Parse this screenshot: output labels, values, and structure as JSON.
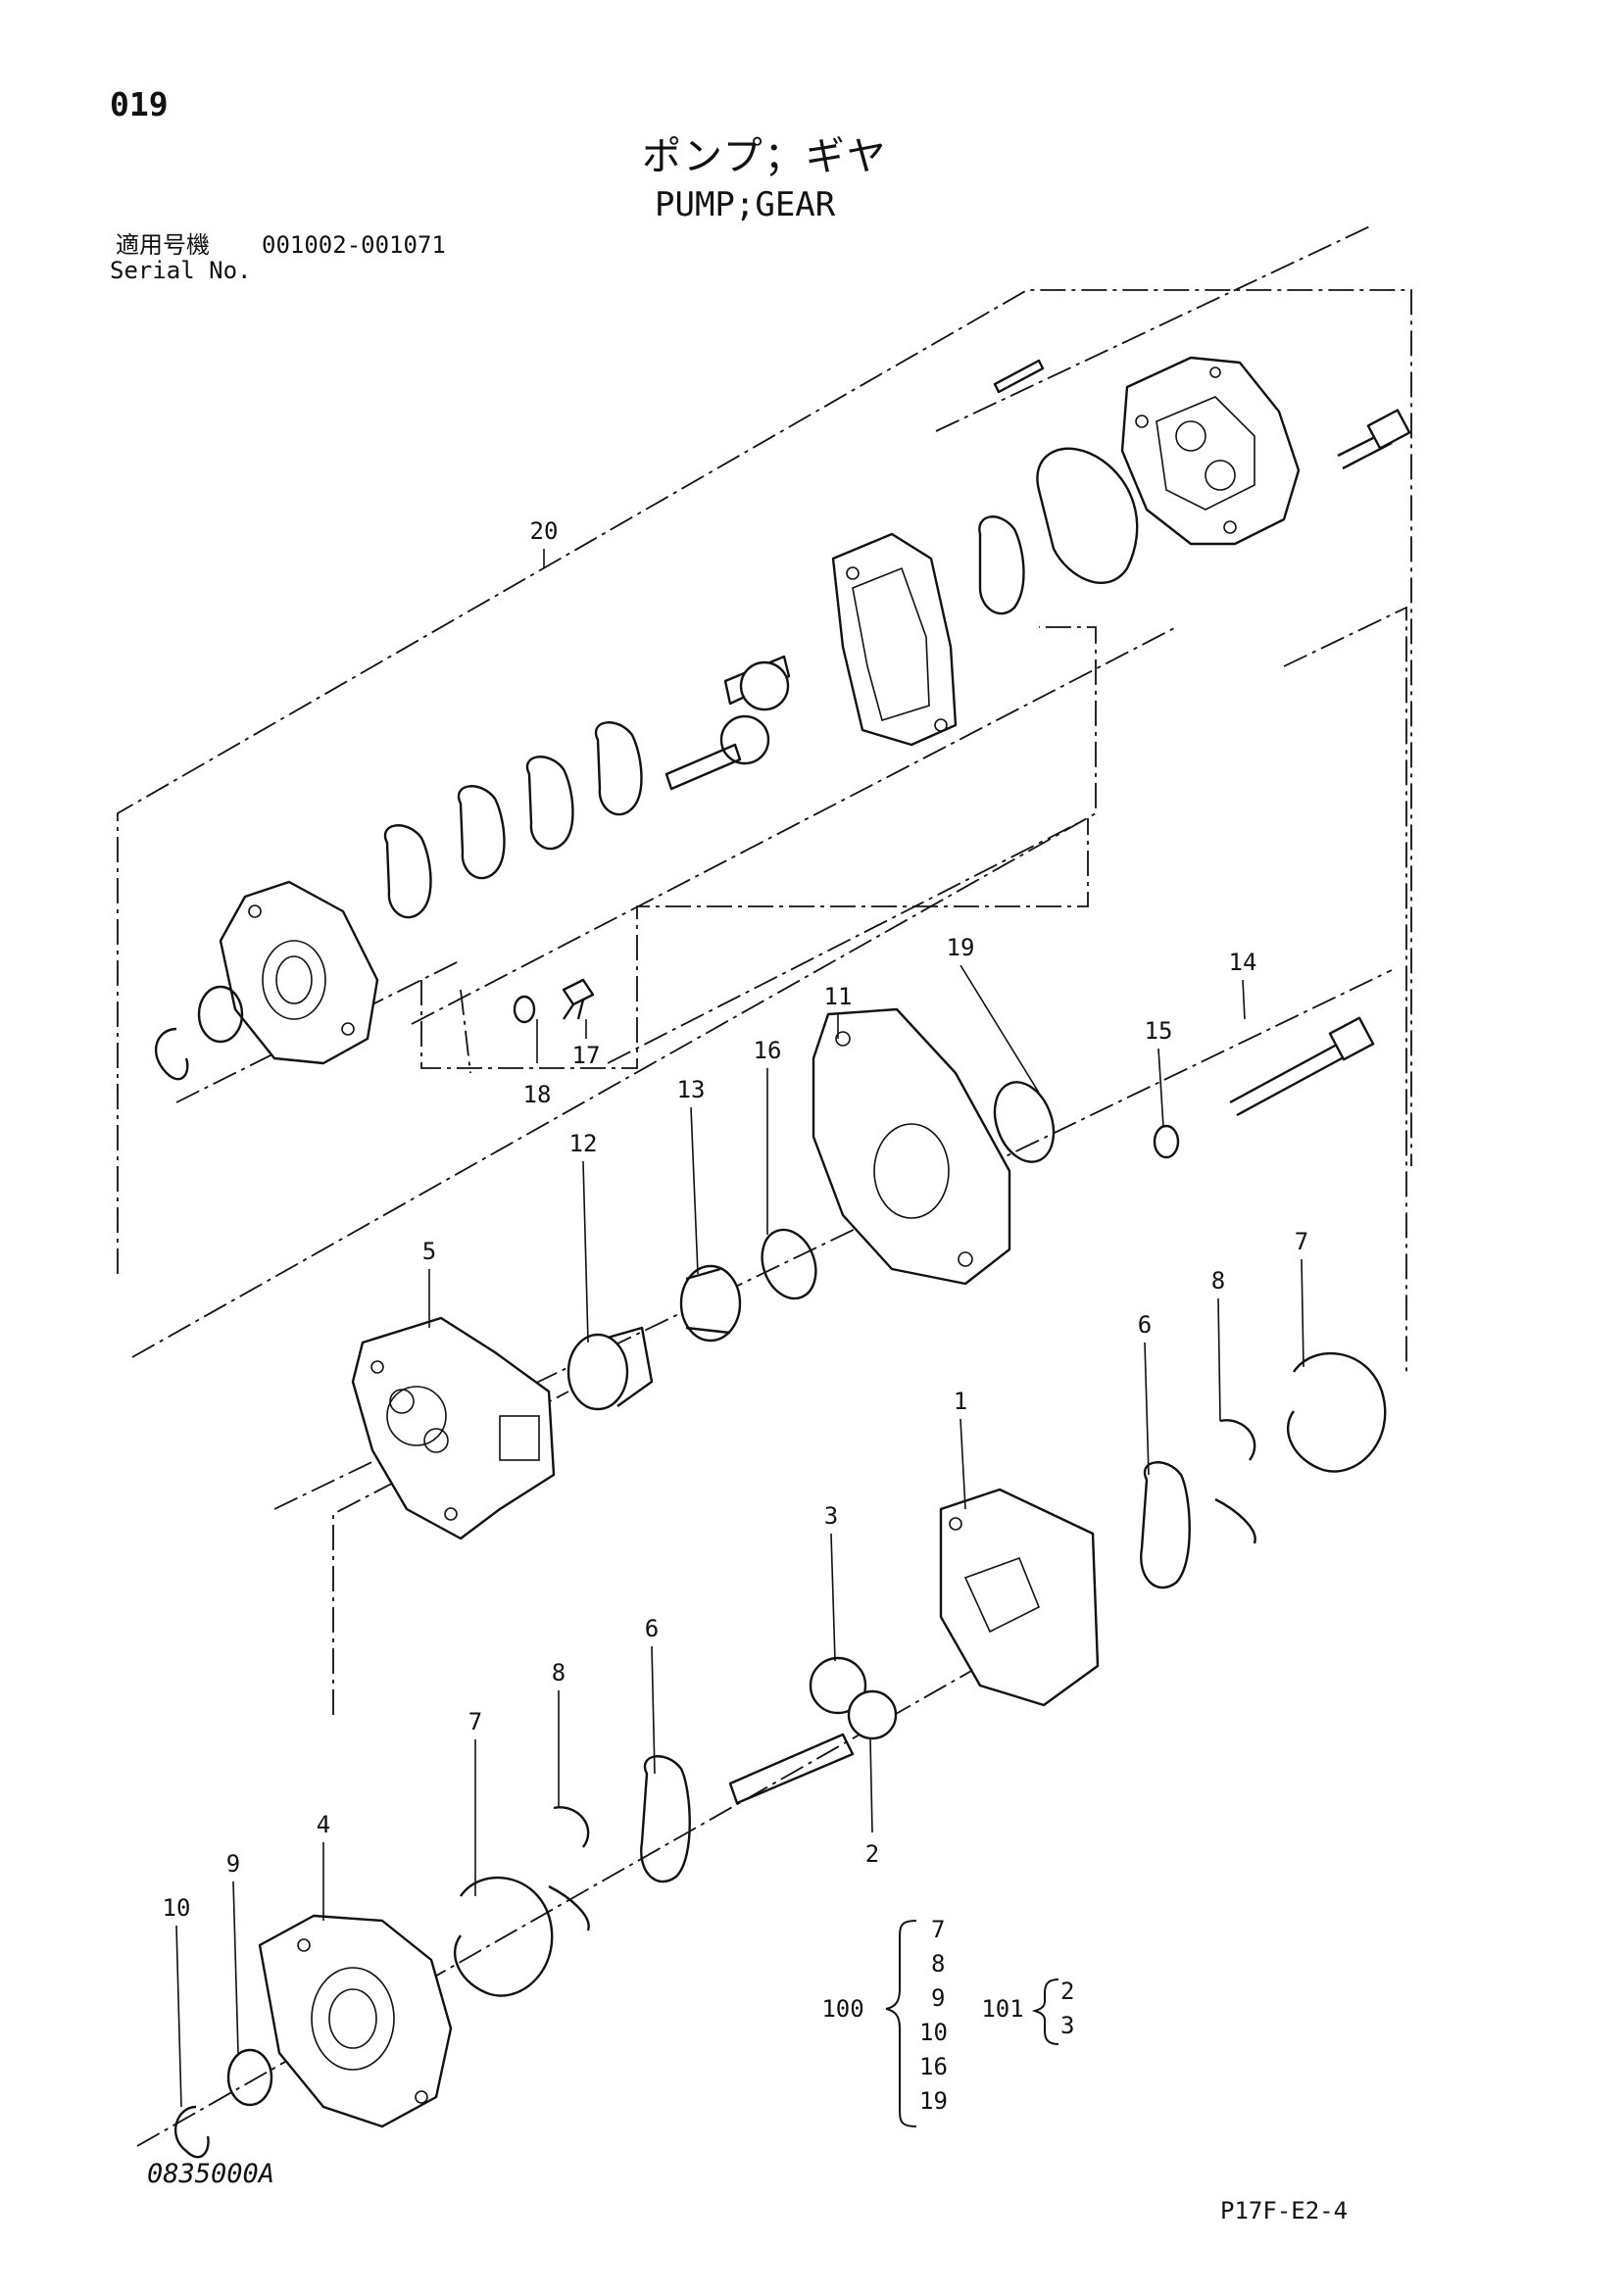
{
  "header": {
    "page_number": "019",
    "title_ja": "ポンプ；ギヤ",
    "title_en": "PUMP;GEAR",
    "serial_label_ja": "適用号機",
    "serial_range": "001002-001071",
    "serial_label_en": "Serial No."
  },
  "footer": {
    "drawing_code": "0835000A",
    "page_code": "P17F-E2-4"
  },
  "callouts": {
    "p1": "1",
    "p2": "2",
    "p3": "3",
    "p4": "4",
    "p5": "5",
    "p6a": "6",
    "p6b": "6",
    "p7a": "7",
    "p7b": "7",
    "p8a": "8",
    "p8b": "8",
    "p9": "9",
    "p10": "10",
    "p11": "11",
    "p12": "12",
    "p13": "13",
    "p14": "14",
    "p15": "15",
    "p16": "16",
    "p17": "17",
    "p18": "18",
    "p19": "19",
    "p20": "20"
  },
  "kits": {
    "kit100": {
      "label": "100",
      "items": [
        "7",
        "8",
        "9",
        "10",
        "16",
        "19"
      ]
    },
    "kit101": {
      "label": "101",
      "items": [
        "2",
        "3"
      ]
    }
  }
}
